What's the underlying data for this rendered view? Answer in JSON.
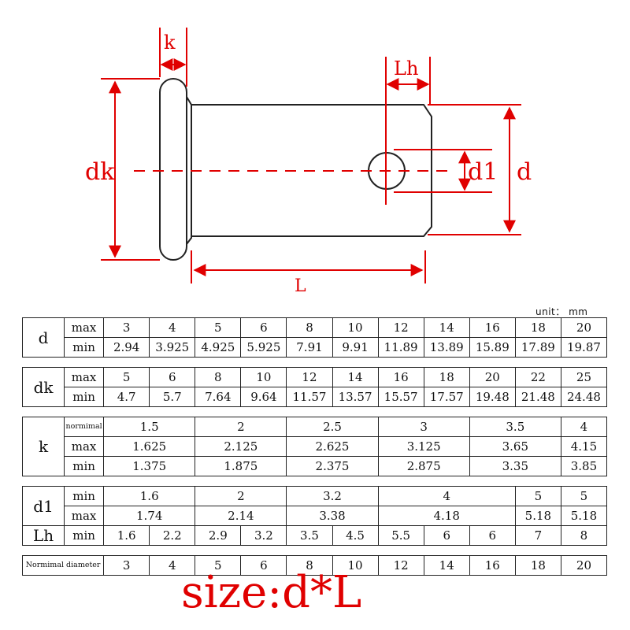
{
  "diagram": {
    "labels": {
      "k": "k",
      "Lh": "Lh",
      "dk": "dk",
      "d1": "d1",
      "d": "d",
      "L": "L"
    },
    "colors": {
      "dimension": "#e00000",
      "outline": "#222222"
    }
  },
  "unit_label": "unit： mm",
  "table": {
    "d": {
      "label": "d",
      "max_label": "max",
      "min_label": "min",
      "max": [
        "3",
        "4",
        "5",
        "6",
        "8",
        "10",
        "12",
        "14",
        "16",
        "18",
        "20"
      ],
      "min": [
        "2.94",
        "3.925",
        "4.925",
        "5.925",
        "7.91",
        "9.91",
        "11.89",
        "13.89",
        "15.89",
        "17.89",
        "19.87"
      ]
    },
    "dk": {
      "label": "dk",
      "max_label": "max",
      "min_label": "min",
      "max": [
        "5",
        "6",
        "8",
        "10",
        "12",
        "14",
        "16",
        "18",
        "20",
        "22",
        "25"
      ],
      "min": [
        "4.7",
        "5.7",
        "7.64",
        "9.64",
        "11.57",
        "13.57",
        "15.57",
        "17.57",
        "19.48",
        "21.48",
        "24.48"
      ]
    },
    "k": {
      "label": "k",
      "nominal_label": "normimal",
      "max_label": "max",
      "min_label": "min",
      "nominal": [
        "1.5",
        "2",
        "2.5",
        "3",
        "3.5",
        "4"
      ],
      "max": [
        "1.625",
        "2.125",
        "2.625",
        "3.125",
        "3.65",
        "4.15"
      ],
      "min": [
        "1.375",
        "1.875",
        "2.375",
        "2.875",
        "3.35",
        "3.85"
      ]
    },
    "d1": {
      "label": "d1",
      "min_label": "min",
      "max_label": "max",
      "min": [
        "1.6",
        "2",
        "3.2",
        "4",
        "5",
        "5"
      ],
      "max": [
        "1.74",
        "2.14",
        "3.38",
        "4.18",
        "5.18",
        "5.18"
      ]
    },
    "Lh": {
      "label": "Lh",
      "min_label": "min",
      "min": [
        "1.6",
        "2.2",
        "2.9",
        "3.2",
        "3.5",
        "4.5",
        "5.5",
        "6",
        "6",
        "7",
        "8"
      ]
    },
    "nominal": {
      "label": "Normimal diameter",
      "values": [
        "3",
        "4",
        "5",
        "6",
        "8",
        "10",
        "12",
        "14",
        "16",
        "18",
        "20"
      ]
    }
  },
  "size_text": "size:d*L"
}
